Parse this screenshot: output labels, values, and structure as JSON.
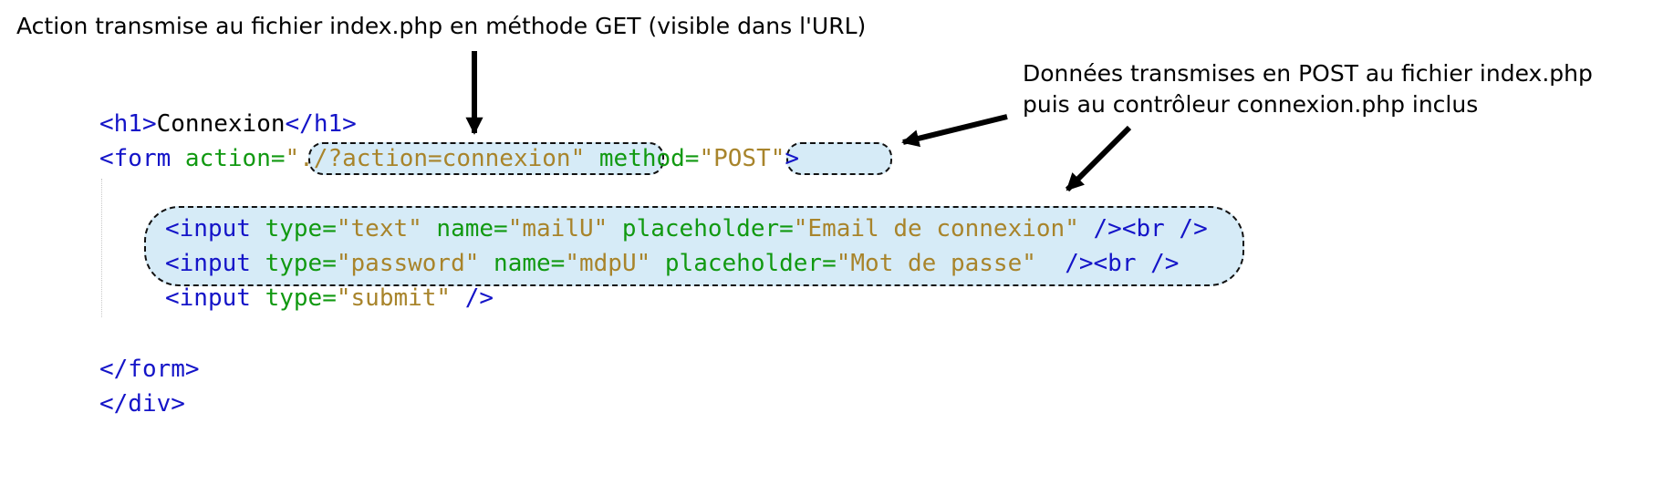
{
  "annotations": {
    "get_note": "Action transmise au fichier index.php en méthode GET (visible dans l'URL)",
    "post_note_line1": "Données transmises en POST au fichier index.php",
    "post_note_line2": "puis au contrôleur connexion.php inclus"
  },
  "code": {
    "h1_open": "<h1>",
    "h1_text": "Connexion",
    "h1_close": "</h1>",
    "form_open": "<form ",
    "action_attr": "action=",
    "action_value": "\"./?action=connexion\"",
    "method_attr": " method=",
    "method_value": "\"POST\"",
    "form_gt": ">",
    "input1_tag": "<input ",
    "input1_type_attr": "type=",
    "input1_type_val": "\"text\"",
    "input1_name_attr": " name=",
    "input1_name_val": "\"mailU\"",
    "input1_ph_attr": " placeholder=",
    "input1_ph_val": "\"Email de connexion\"",
    "input1_end": " /><br />",
    "input2_tag": "<input ",
    "input2_type_attr": "type=",
    "input2_type_val": "\"password\"",
    "input2_name_attr": " name=",
    "input2_name_val": "\"mdpU\"",
    "input2_ph_attr": " placeholder=",
    "input2_ph_val": "\"Mot de passe\"",
    "input2_end": "  /><br />",
    "input3_tag": "<input ",
    "input3_type_attr": "type=",
    "input3_type_val": "\"submit\"",
    "input3_end": " />",
    "form_close": "</form>",
    "cut_line": "</div>"
  },
  "colors": {
    "tag": "#1414c8",
    "attribute": "#119911",
    "string": "#a8842b",
    "highlight": "#d6ebf7"
  }
}
